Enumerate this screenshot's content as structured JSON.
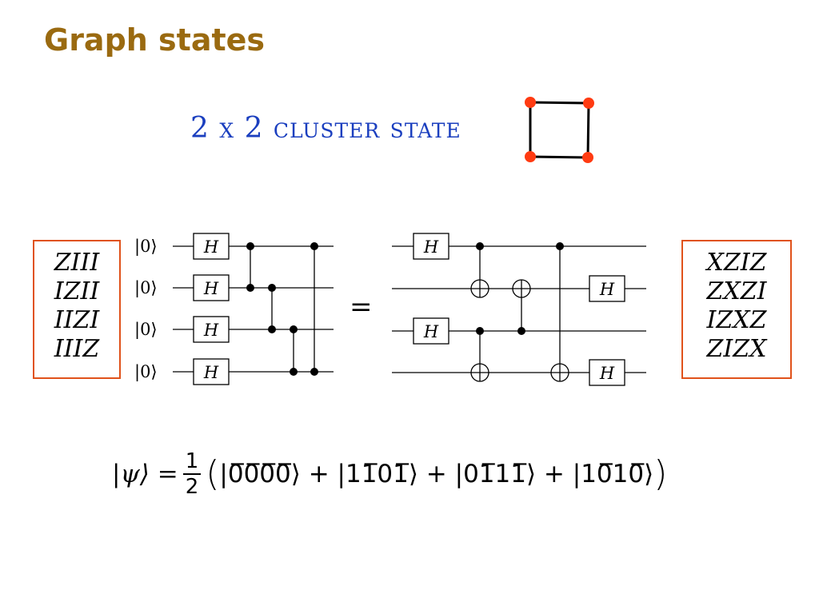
{
  "slide": {
    "title": "Graph states"
  },
  "cluster": {
    "caption": "2 x 2 cluster state",
    "node_color": "#ff3b12",
    "edge_color": "#000000"
  },
  "stabilizers_left": {
    "lines": [
      "ZIII",
      "IZII",
      "IIZI",
      "IIIZ"
    ]
  },
  "stabilizers_right": {
    "lines": [
      "XZIZ",
      "ZXZI",
      "IZXZ",
      "ZIZX"
    ]
  },
  "circuit": {
    "input_ket": "|0⟩",
    "gate_label": "H",
    "equals": "="
  },
  "state": {
    "lhs": "|ψ⟩ =",
    "frac_num": "1",
    "frac_den": "2",
    "open_paren": "(",
    "terms": "|0̅0̅0̅0̅⟩ + |11̅01̅⟩ + |01̅11̅⟩ + |10̅10̅⟩",
    "close_paren": ")"
  },
  "colors": {
    "title": "#9a6a10",
    "caption": "#1b3fbf",
    "box_border": "#e0521b"
  }
}
